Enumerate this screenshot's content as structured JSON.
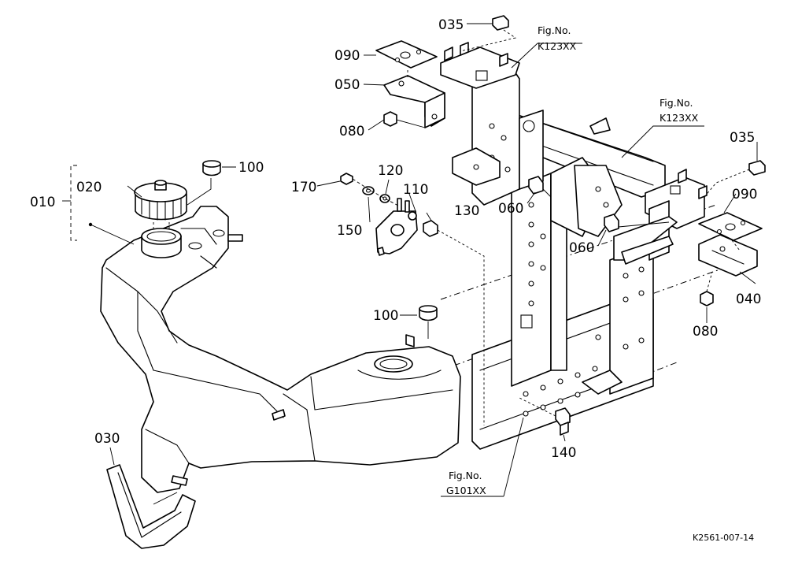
{
  "callouts": {
    "c010": "010",
    "c020": "020",
    "c030": "030",
    "c035a": "035",
    "c035b": "035",
    "c040": "040",
    "c050": "050",
    "c060a": "060",
    "c060b": "060",
    "c080a": "080",
    "c080b": "080",
    "c090a": "090",
    "c090b": "090",
    "c100a": "100",
    "c100b": "100",
    "c110": "110",
    "c120": "120",
    "c130": "130",
    "c140": "140",
    "c150": "150",
    "c170": "170"
  },
  "figure_refs": {
    "ref1": {
      "label": "Fig.No.",
      "code": "K123XX"
    },
    "ref2": {
      "label": "Fig.No.",
      "code": "K123XX"
    },
    "ref3": {
      "label": "Fig.No.",
      "code": "G101XX"
    }
  },
  "drawing_code": "K2561-007-14"
}
